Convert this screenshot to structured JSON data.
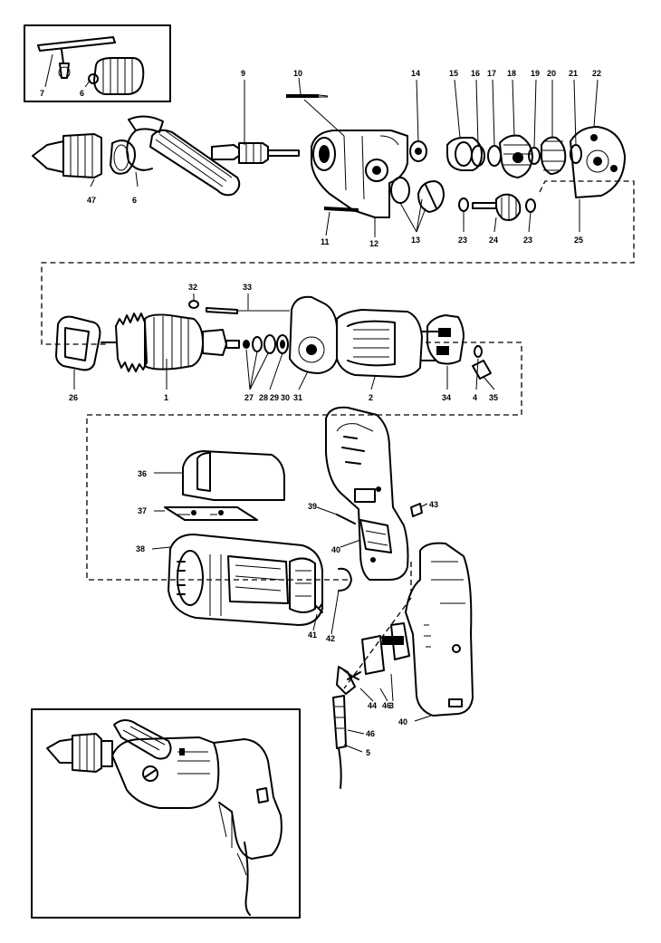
{
  "callouts": [
    {
      "id": "c7",
      "text": "7"
    },
    {
      "id": "c6a",
      "text": "6"
    },
    {
      "id": "c47",
      "text": "47"
    },
    {
      "id": "c6b",
      "text": "6"
    },
    {
      "id": "c9",
      "text": "9"
    },
    {
      "id": "c10",
      "text": "10"
    },
    {
      "id": "c11",
      "text": "11"
    },
    {
      "id": "c12",
      "text": "12"
    },
    {
      "id": "c13",
      "text": "13"
    },
    {
      "id": "c14",
      "text": "14"
    },
    {
      "id": "c15",
      "text": "15"
    },
    {
      "id": "c16",
      "text": "16"
    },
    {
      "id": "c17",
      "text": "17"
    },
    {
      "id": "c18",
      "text": "18"
    },
    {
      "id": "c19",
      "text": "19"
    },
    {
      "id": "c20",
      "text": "20"
    },
    {
      "id": "c21",
      "text": "21"
    },
    {
      "id": "c22",
      "text": "22"
    },
    {
      "id": "c23a",
      "text": "23"
    },
    {
      "id": "c24",
      "text": "24"
    },
    {
      "id": "c23b",
      "text": "23"
    },
    {
      "id": "c25",
      "text": "25"
    },
    {
      "id": "c32",
      "text": "32"
    },
    {
      "id": "c33",
      "text": "33"
    },
    {
      "id": "c26",
      "text": "26"
    },
    {
      "id": "c1",
      "text": "1"
    },
    {
      "id": "c27",
      "text": "27"
    },
    {
      "id": "c28",
      "text": "28"
    },
    {
      "id": "c29",
      "text": "29"
    },
    {
      "id": "c30",
      "text": "30"
    },
    {
      "id": "c31",
      "text": "31"
    },
    {
      "id": "c2",
      "text": "2"
    },
    {
      "id": "c34",
      "text": "34"
    },
    {
      "id": "c4",
      "text": "4"
    },
    {
      "id": "c35",
      "text": "35"
    },
    {
      "id": "c36",
      "text": "36"
    },
    {
      "id": "c37",
      "text": "37"
    },
    {
      "id": "c38",
      "text": "38"
    },
    {
      "id": "c39",
      "text": "39"
    },
    {
      "id": "c40a",
      "text": "40"
    },
    {
      "id": "c43",
      "text": "43"
    },
    {
      "id": "c41",
      "text": "41"
    },
    {
      "id": "c42",
      "text": "42"
    },
    {
      "id": "c44",
      "text": "44"
    },
    {
      "id": "c46a",
      "text": "46"
    },
    {
      "id": "c3",
      "text": "3"
    },
    {
      "id": "c40b",
      "text": "40"
    },
    {
      "id": "c46b",
      "text": "46"
    },
    {
      "id": "c5",
      "text": "5"
    }
  ]
}
